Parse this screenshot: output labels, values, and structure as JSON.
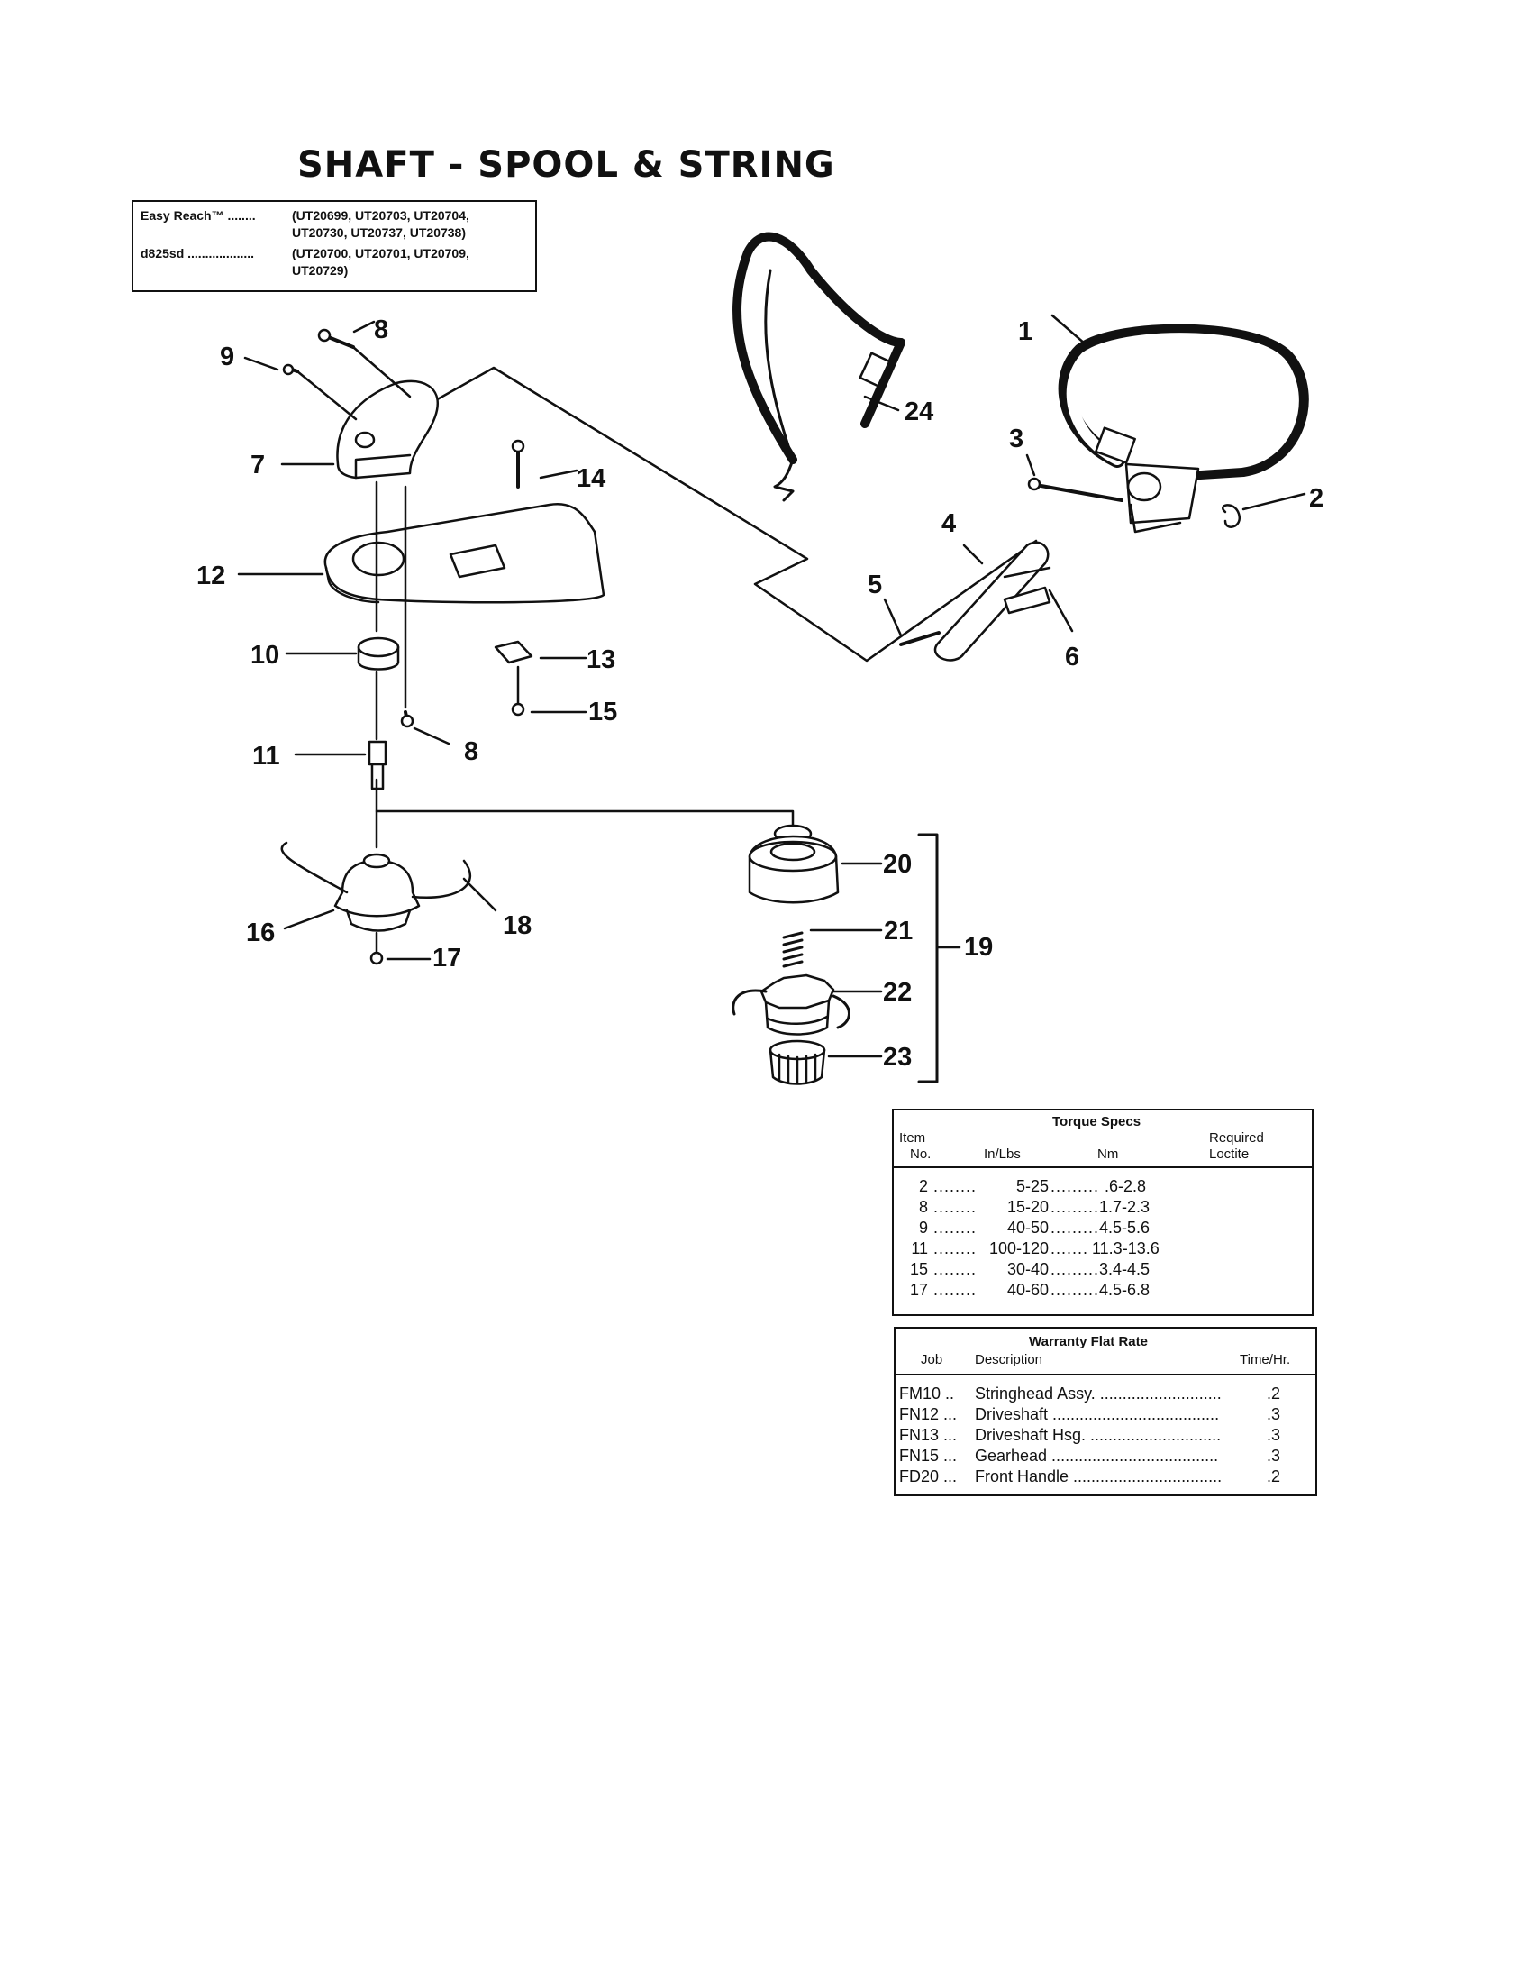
{
  "title": "SHAFT - SPOOL & STRING",
  "models": [
    {
      "name": "Easy Reach™ ........",
      "values": [
        "(UT20699, UT20703, UT20704,",
        "UT20730, UT20737, UT20738)"
      ]
    },
    {
      "name": "d825sd ...................",
      "values": [
        "(UT20700, UT20701, UT20709,",
        "UT20729)"
      ]
    }
  ],
  "callouts": [
    "1",
    "2",
    "3",
    "4",
    "5",
    "6",
    "7",
    "8",
    "8",
    "9",
    "10",
    "11",
    "12",
    "13",
    "14",
    "15",
    "16",
    "17",
    "18",
    "19",
    "20",
    "21",
    "22",
    "23",
    "24"
  ],
  "torque": {
    "title": "Torque Specs",
    "col_item": [
      "Item",
      "No."
    ],
    "col_inlbs": "In/Lbs",
    "col_nm": "Nm",
    "col_loctite": [
      "Required",
      "Loctite"
    ],
    "rows": [
      {
        "item": "2",
        "dots1": "........",
        "inlbs": "5-25",
        "dots2": ".........",
        "nm": ".6-2.8"
      },
      {
        "item": "8",
        "dots1": "........",
        "inlbs": "15-20",
        "dots2": ".........",
        "nm": "1.7-2.3"
      },
      {
        "item": "9",
        "dots1": "........",
        "inlbs": "40-50",
        "dots2": ".........",
        "nm": "4.5-5.6"
      },
      {
        "item": "11",
        "dots1": "........",
        "inlbs": "100-120",
        "dots2": ".......",
        "nm": "11.3-13.6"
      },
      {
        "item": "15",
        "dots1": "........",
        "inlbs": "30-40",
        "dots2": ".........",
        "nm": "3.4-4.5"
      },
      {
        "item": "17",
        "dots1": "........",
        "inlbs": "40-60",
        "dots2": ".........",
        "nm": "4.5-6.8"
      }
    ]
  },
  "warranty": {
    "title": "Warranty Flat Rate",
    "col_job": "Job",
    "col_desc": "Description",
    "col_time": "Time/Hr.",
    "rows": [
      {
        "job": "FM10 ..",
        "desc": "Stringhead Assy. ...........................",
        "time": ".2"
      },
      {
        "job": "FN12 ...",
        "desc": "Driveshaft .....................................",
        "time": ".3"
      },
      {
        "job": "FN13 ...",
        "desc": "Driveshaft Hsg. .............................",
        "time": ".3"
      },
      {
        "job": "FN15 ...",
        "desc": "Gearhead .....................................",
        "time": ".3"
      },
      {
        "job": "FD20 ...",
        "desc": "Front Handle .................................",
        "time": ".2"
      }
    ]
  }
}
